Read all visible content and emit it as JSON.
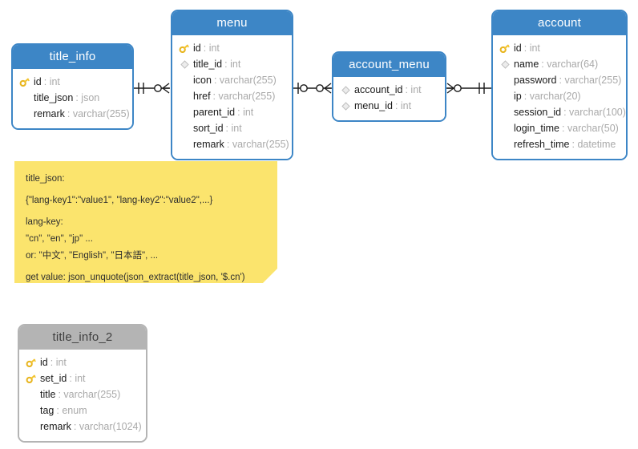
{
  "diagram": {
    "title": "ER diagram",
    "colors": {
      "table_blue": "#3d86c6",
      "table_gray": "#b4b4b4",
      "note_yellow": "#fbe46d",
      "type_gray": "#a9a9a9",
      "key_gold": "#f2c02e"
    }
  },
  "tables": [
    {
      "id": "title_info",
      "name": "title_info",
      "style": "blue",
      "columns": [
        {
          "icon": "key-icon",
          "name": "id",
          "type": "int"
        },
        {
          "icon": "none",
          "name": "title_json",
          "type": "json"
        },
        {
          "icon": "none",
          "name": "remark",
          "type": "varchar(255)"
        }
      ]
    },
    {
      "id": "menu",
      "name": "menu",
      "style": "blue",
      "columns": [
        {
          "icon": "key-icon",
          "name": "id",
          "type": "int"
        },
        {
          "icon": "diamond-icon",
          "name": "title_id",
          "type": "int"
        },
        {
          "icon": "none",
          "name": "icon",
          "type": "varchar(255)"
        },
        {
          "icon": "none",
          "name": "href",
          "type": "varchar(255)"
        },
        {
          "icon": "none",
          "name": "parent_id",
          "type": "int"
        },
        {
          "icon": "none",
          "name": "sort_id",
          "type": "int"
        },
        {
          "icon": "none",
          "name": "remark",
          "type": "varchar(255)"
        }
      ]
    },
    {
      "id": "account_menu",
      "name": "account_menu",
      "style": "blue",
      "columns": [
        {
          "icon": "diamond-icon",
          "name": "account_id",
          "type": "int"
        },
        {
          "icon": "diamond-icon",
          "name": "menu_id",
          "type": "int"
        }
      ]
    },
    {
      "id": "account",
      "name": "account",
      "style": "blue",
      "columns": [
        {
          "icon": "key-icon",
          "name": "id",
          "type": "int"
        },
        {
          "icon": "diamond-icon",
          "name": "name",
          "type": "varchar(64)"
        },
        {
          "icon": "none",
          "name": "password",
          "type": "varchar(255)"
        },
        {
          "icon": "none",
          "name": "ip",
          "type": "varchar(20)"
        },
        {
          "icon": "none",
          "name": "session_id",
          "type": "varchar(100)"
        },
        {
          "icon": "none",
          "name": "login_time",
          "type": "varchar(50)"
        },
        {
          "icon": "none",
          "name": "refresh_time",
          "type": "datetime"
        }
      ]
    },
    {
      "id": "title_info_2",
      "name": "title_info_2",
      "style": "gray",
      "columns": [
        {
          "icon": "key-icon",
          "name": "id",
          "type": "int"
        },
        {
          "icon": "key-icon",
          "name": "set_id",
          "type": "int"
        },
        {
          "icon": "none",
          "name": "title",
          "type": "varchar(255)"
        },
        {
          "icon": "none",
          "name": "tag",
          "type": "enum"
        },
        {
          "icon": "none",
          "name": "remark",
          "type": "varchar(1024)"
        }
      ]
    }
  ],
  "relationships": [
    {
      "id": "rel-title-menu",
      "from": "title_info",
      "to": "menu",
      "from_cardinality": "one-and-only-one",
      "to_cardinality": "zero-or-many"
    },
    {
      "id": "rel-menu-accmenu",
      "from": "menu",
      "to": "account_menu",
      "from_cardinality": "zero-or-one",
      "to_cardinality": "zero-or-many"
    },
    {
      "id": "rel-accmenu-acc",
      "from": "account_menu",
      "to": "account",
      "from_cardinality": "zero-or-many",
      "to_cardinality": "one-and-only-one"
    }
  ],
  "note": {
    "id": "title-json-note",
    "lines": [
      "title_json:",
      "{\"lang-key1\":\"value1\", \"lang-key2\":\"value2\",...}",
      "lang-key:",
      "\"cn\", \"en\", \"jp\" ...",
      "or: \"中文\", \"English\", \"日本語\", ...",
      "get value: json_unquote(json_extract(title_json, '$.cn')"
    ]
  }
}
